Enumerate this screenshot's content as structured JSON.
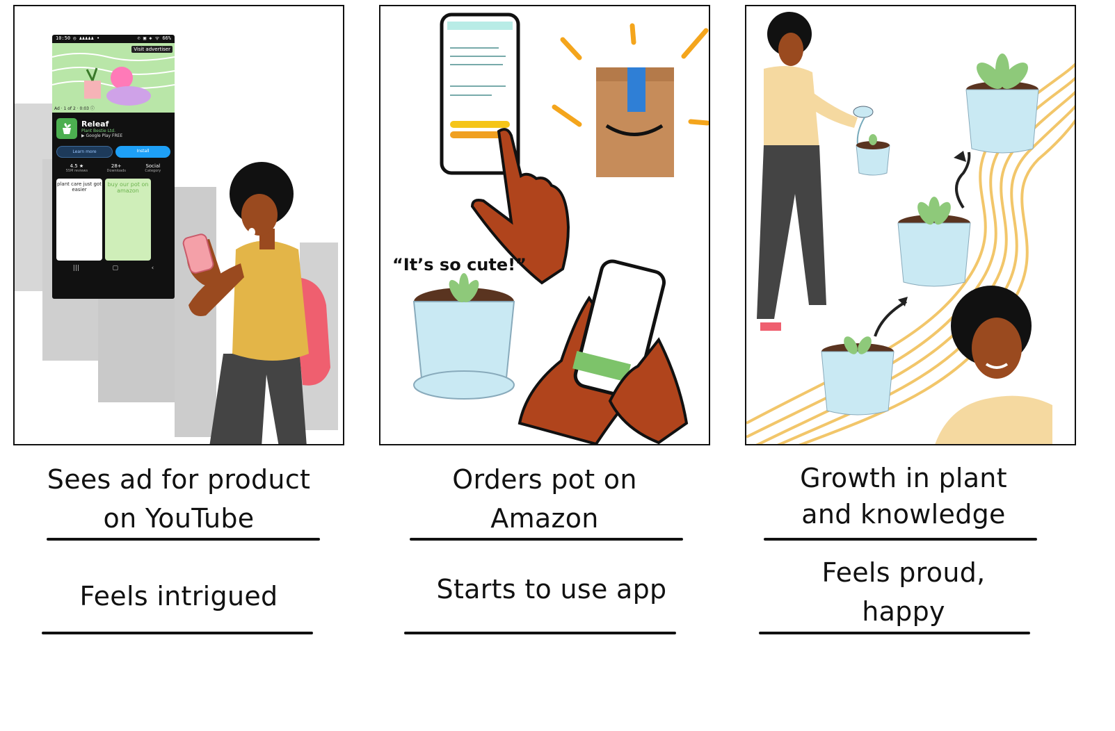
{
  "panels": [
    {
      "caption_top": [
        "Sees ad for product",
        "on YouTube"
      ],
      "caption_bottom": [
        "Feels intrigued"
      ],
      "phone": {
        "status": "10:50 ◎ ♟♟♟♟♟ •",
        "status_right": "✆ ▣ ◈ ᯤ 66%",
        "visit_label": "Visit advertiser",
        "ad_tag": "Ad · 1 of 2 · 0:03 ⓘ",
        "app_name": "Releaf",
        "developer": "Plant Bestie Ltd.",
        "store_label": "▶ Google Play  FREE",
        "learn_more": "Learn more",
        "install": "Install",
        "stats": [
          {
            "value": "4.5 ★",
            "label": "55M reviews"
          },
          {
            "value": "28+",
            "label": "Downloads"
          },
          {
            "value": "Social",
            "label": "Category"
          }
        ],
        "shot1_text": "plant care just got easier",
        "shot2_text": "buy our pot on amazon",
        "nav": [
          "|||",
          "▢",
          "‹"
        ]
      }
    },
    {
      "caption_top": [
        "Orders pot on",
        "Amazon"
      ],
      "caption_bottom": [
        "Starts to use app"
      ],
      "speech": "“It’s so cute!”"
    },
    {
      "caption_top": [
        "Growth in plant",
        "and knowledge"
      ],
      "caption_bottom": [
        "Feels proud,",
        "happy"
      ]
    }
  ],
  "colors": {
    "skin": "#9a4a1f",
    "hair": "#111111",
    "shirt": "#e3b548",
    "pot": "#c9e9f3",
    "soil": "#5a3420",
    "leaf": "#8ec97a",
    "path": "#f2c66a",
    "box": "#c68c5a",
    "tape": "#2f7fd6",
    "amazon_yellow": "#f5c518",
    "backpack": "#ef5f6f",
    "sparkle": "#f4a51c"
  }
}
